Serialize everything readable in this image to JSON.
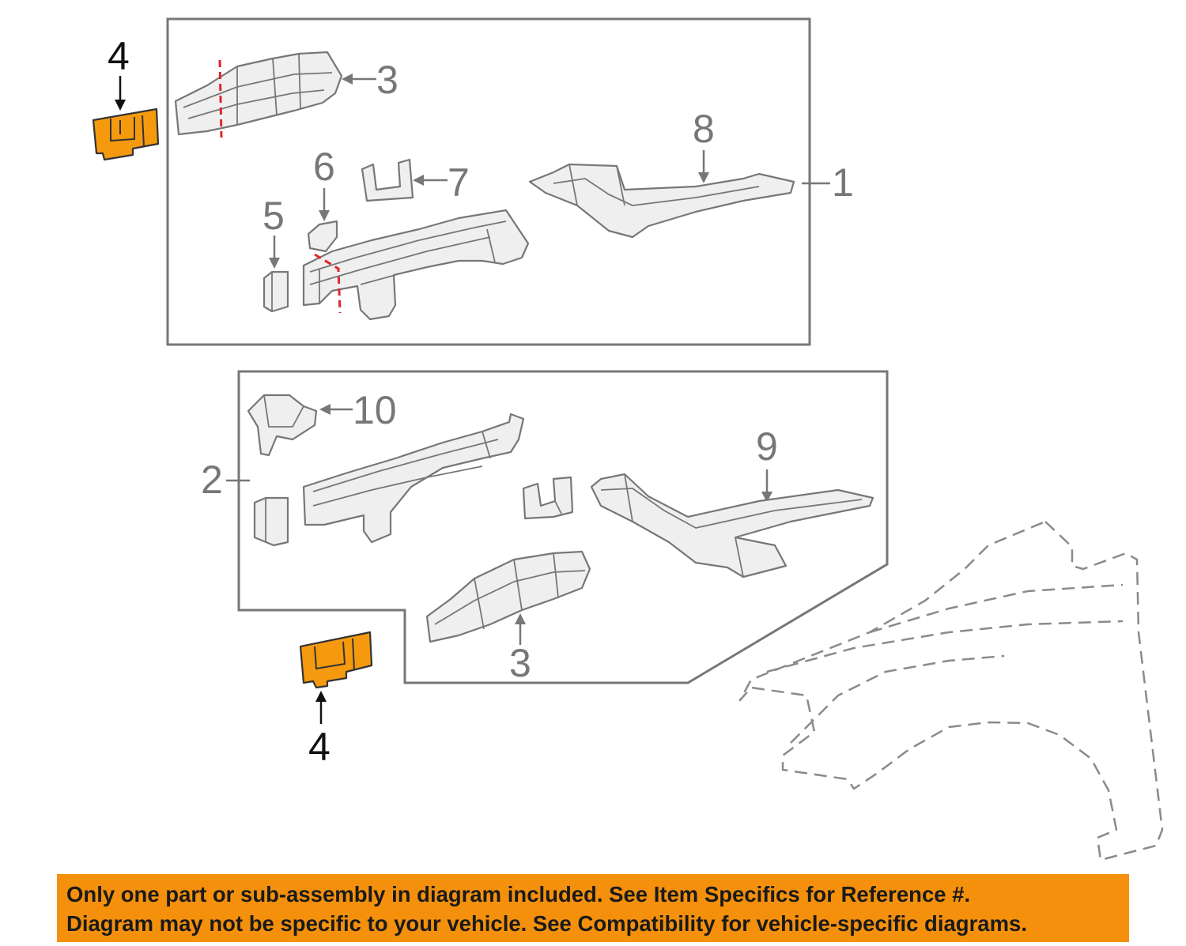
{
  "callouts": {
    "top_box": {
      "label_1": "1",
      "label_3": "3",
      "label_5": "5",
      "label_6": "6",
      "label_7": "7",
      "label_8": "8"
    },
    "bottom_box": {
      "label_2": "2",
      "label_3": "3",
      "label_9": "9",
      "label_10": "10"
    },
    "highlight_top": "4",
    "highlight_bottom": "4"
  },
  "notice": {
    "line1": "Only one part or sub-assembly in diagram included. See Item Specifics for Reference #.",
    "line2": "Diagram may not be specific to your vehicle. See Compatibility for vehicle-specific diagrams."
  },
  "colors": {
    "highlight_part": "#f59a0e",
    "notice_banner": "#f4900c",
    "cut_line": "#e0262a",
    "line_art": "#777777"
  }
}
